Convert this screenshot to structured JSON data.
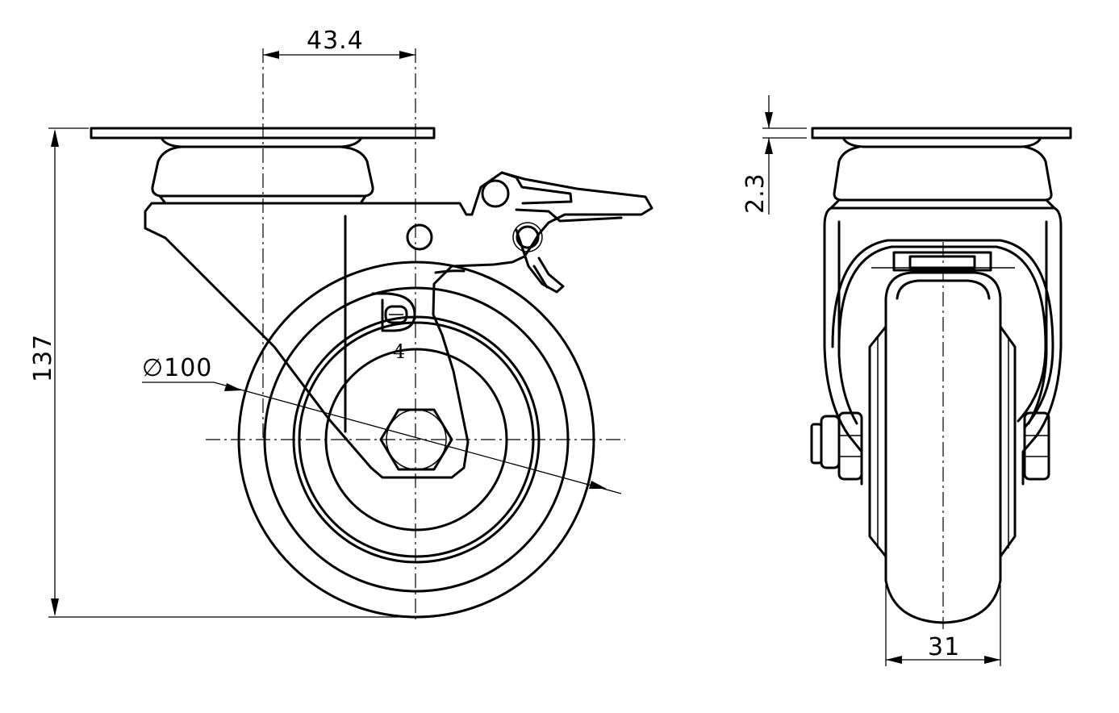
{
  "drawing": {
    "dimensions": {
      "offset": "43.4",
      "height": "137",
      "diameter": "∅100",
      "plate_thickness": "2.3",
      "width": "31"
    },
    "logo": {
      "mark": "D",
      "number": "4"
    }
  }
}
